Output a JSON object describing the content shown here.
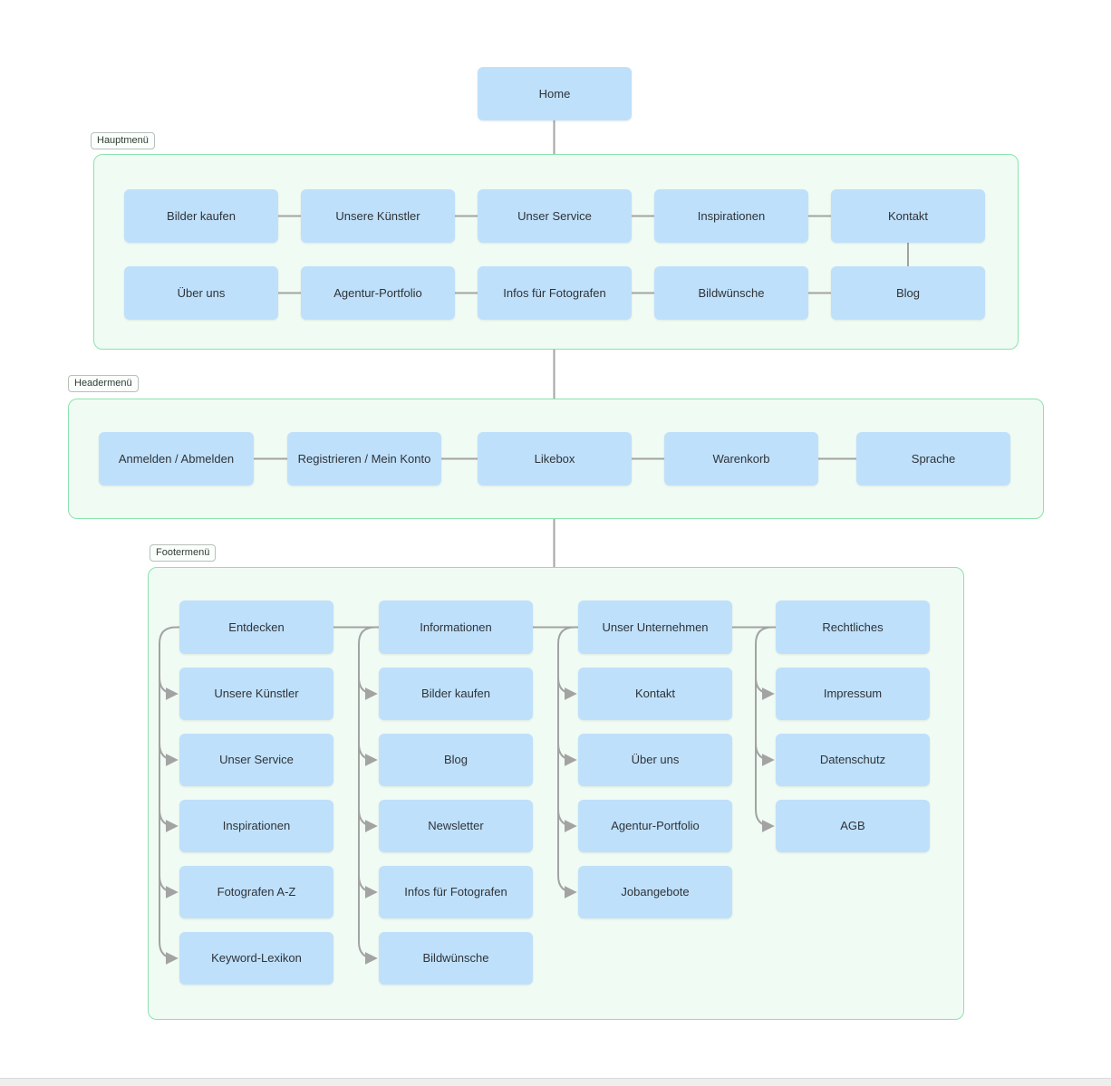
{
  "diagram": {
    "home": "Home",
    "hauptmenu": {
      "label": "Hauptmenü",
      "row1": [
        "Bilder kaufen",
        "Unsere Künstler",
        "Unser Service",
        "Inspirationen",
        "Kontakt"
      ],
      "row2": [
        "Über uns",
        "Agentur-Portfolio",
        "Infos für Fotografen",
        "Bildwünsche",
        "Blog"
      ]
    },
    "headermenu": {
      "label": "Headermenü",
      "row": [
        "Anmelden / Abmelden",
        "Registrieren / Mein Konto",
        "Likebox",
        "Warenkorb",
        "Sprache"
      ]
    },
    "footermenu": {
      "label": "Footermenü",
      "col1": {
        "header": "Entdecken",
        "items": [
          "Unsere Künstler",
          "Unser Service",
          "Inspirationen",
          "Fotografen A-Z",
          "Keyword-Lexikon"
        ]
      },
      "col2": {
        "header": "Informationen",
        "items": [
          "Bilder kaufen",
          "Blog",
          "Newsletter",
          "Infos für Fotografen",
          "Bildwünsche"
        ]
      },
      "col3": {
        "header": "Unser Unternehmen",
        "items": [
          "Kontakt",
          "Über uns",
          "Agentur-Portfolio",
          "Jobangebote"
        ]
      },
      "col4": {
        "header": "Rechtliches",
        "items": [
          "Impressum",
          "Datenschutz",
          "AGB"
        ]
      }
    },
    "colors": {
      "node_fill": "#bfe0fb",
      "group_fill": "#f0fbf3",
      "group_border": "#8ce3ae",
      "connector": "#a3a3a3"
    }
  }
}
